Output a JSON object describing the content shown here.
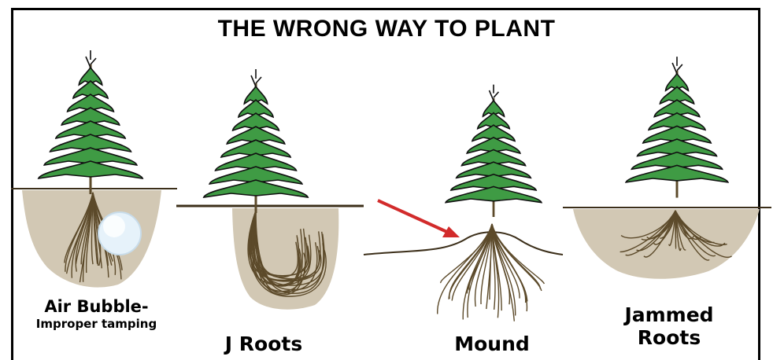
{
  "title": "THE WRONG WAY TO PLANT",
  "panels": [
    {
      "label": "Air Bubble-",
      "sublabel": "Improper tamping"
    },
    {
      "label": "J Roots"
    },
    {
      "label": "Mound"
    },
    {
      "label": "Jammed",
      "label2": "Roots"
    }
  ],
  "colors": {
    "soil": "#d2c8b4",
    "foliage": "#3f9b44",
    "foliage_edge": "#111111",
    "roots": "#5c4a2a",
    "ground_line": "#3c2f1a",
    "arrow": "#d22b2b",
    "bubble": "#e6f2fa"
  }
}
